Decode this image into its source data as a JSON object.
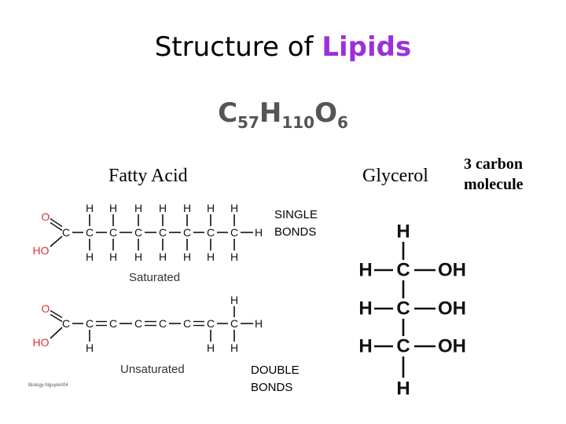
{
  "title": {
    "prefix": "Structure of ",
    "accent": "Lipids",
    "accent_color": "#9b30d9"
  },
  "formula": {
    "c": "C",
    "c_sub": "57",
    "h": "H",
    "h_sub": "110",
    "o": "O",
    "o_sub": "6"
  },
  "labels": {
    "fatty_acid": "Fatty Acid",
    "glycerol": "Glycerol",
    "three_carbon_line1": "3 carbon",
    "three_carbon_line2": "molecule",
    "single_bonds_line1": "SINGLE",
    "single_bonds_line2": "BONDS",
    "double_bonds_line1": "DOUBLE",
    "double_bonds_line2": "BONDS",
    "saturated": "Saturated",
    "unsaturated": "Unsaturated",
    "credit": "Biology-Nguyen/04"
  },
  "atoms": {
    "H": "H",
    "C": "C",
    "O": "O",
    "OH": "OH",
    "HO": "HO"
  },
  "colors": {
    "oxygen": "#e03030",
    "formula": "#555555"
  }
}
